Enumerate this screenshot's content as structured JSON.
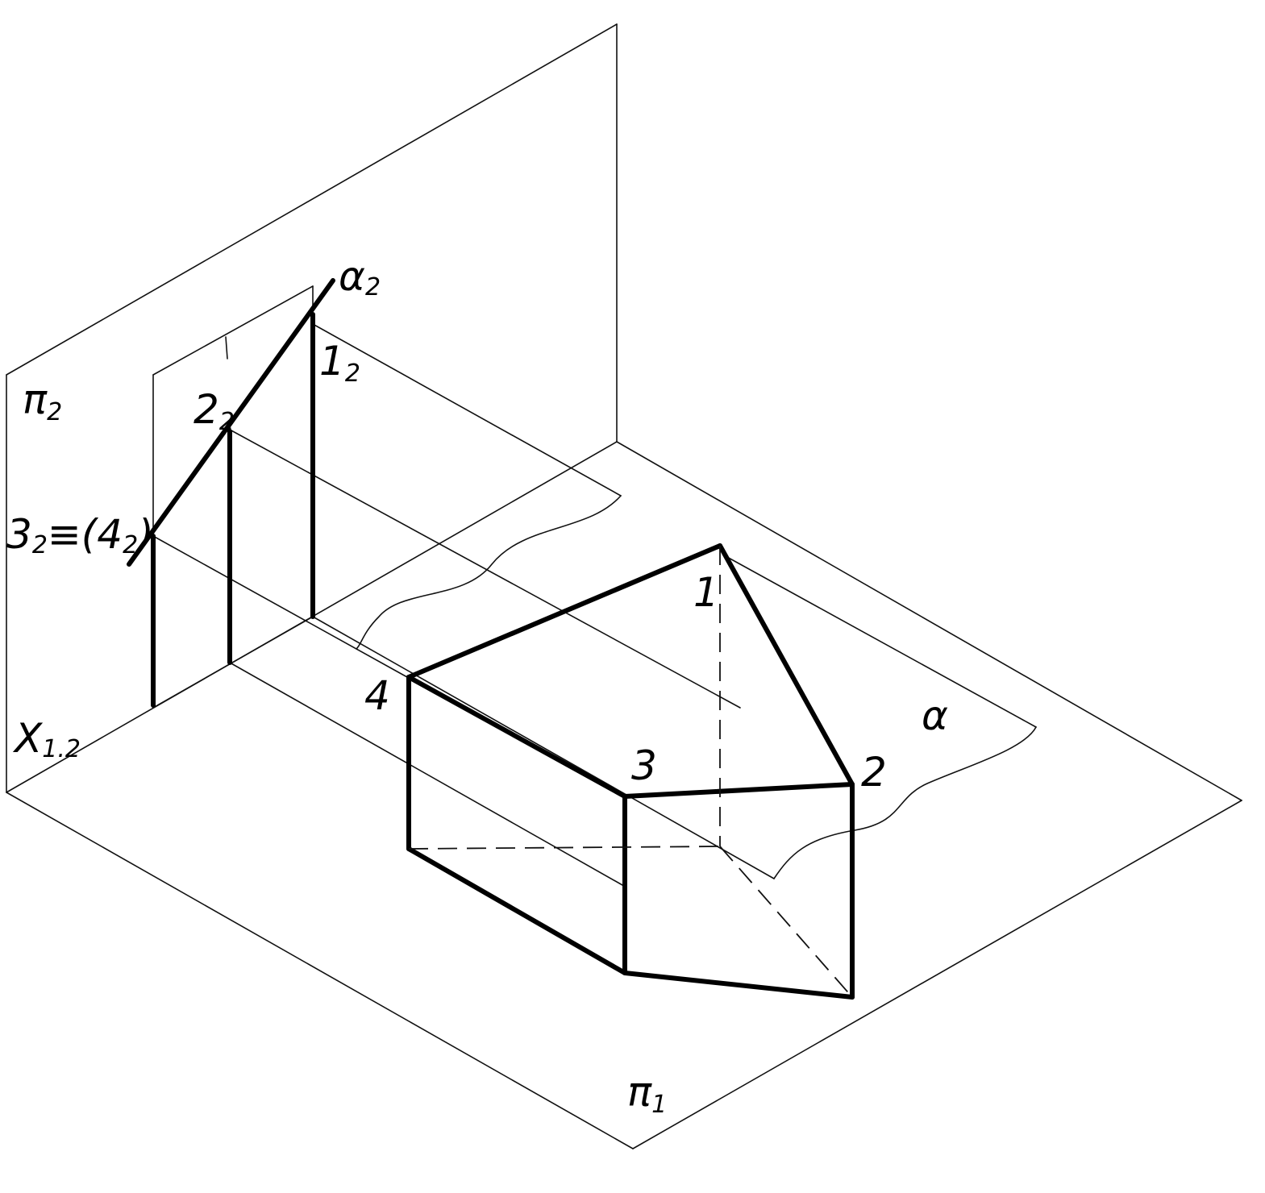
{
  "labels": {
    "pi2": "π",
    "pi2_sub": "2",
    "pi1": "π",
    "pi1_sub": "1",
    "x12": "X",
    "x12_sub": "1.2",
    "alpha2": "α",
    "alpha2_sub": "2",
    "alpha": "α",
    "p1_2": "1",
    "p1_2_sub": "2",
    "p2_2": "2",
    "p2_2_sub": "2",
    "p34_a": "3",
    "p34_a_sub": "2",
    "p34_b": "≡(4",
    "p34_b_sub": "2",
    "p34_c": ")",
    "pt1": "1",
    "pt2": "2",
    "pt3": "3",
    "pt4": "4"
  }
}
